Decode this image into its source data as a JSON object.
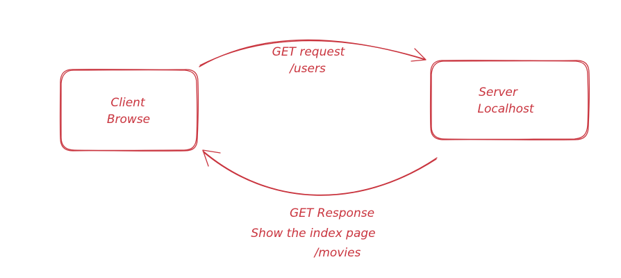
{
  "colors": {
    "stroke": "#c9343e",
    "background": "#ffffff"
  },
  "client": {
    "line1": "Client",
    "line2": "Browse"
  },
  "server": {
    "line1": "Server",
    "line2": "Localhost"
  },
  "request": {
    "line1": "GET request",
    "line2": "/users"
  },
  "response": {
    "line1": "GET Response",
    "line2": "Show the index page",
    "line3": "/movies"
  }
}
